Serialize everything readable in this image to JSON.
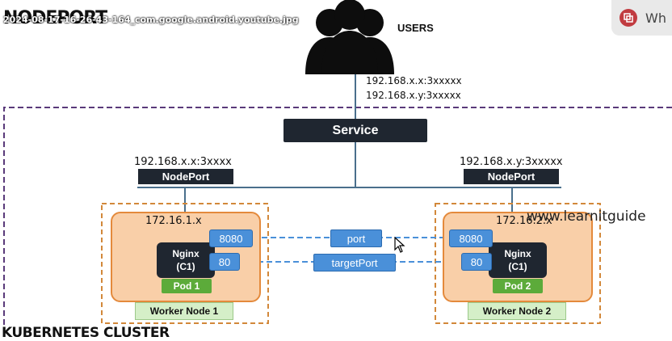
{
  "title": "NODEPORT",
  "video_filename": "2024-08-17-16-26-43-164_com.google.android.youtube.jpg",
  "users": {
    "label": "USERS",
    "ip1": "192.168.x.x:3xxxxx",
    "ip2": "192.168.x.y:3xxxxx"
  },
  "service": {
    "label": "Service"
  },
  "node1": {
    "nodeport_ip": "192.168.x.x:3xxxx",
    "nodeport_label": "NodePort",
    "pod_ip": "172.16.1.x",
    "port_top": "8080",
    "port_bottom": "80",
    "nginx_line1": "Nginx",
    "nginx_line2": "(C1)",
    "pod_label": "Pod 1",
    "worker_label": "Worker Node 1"
  },
  "node2": {
    "nodeport_ip": "192.168.x.y:3xxxxx",
    "nodeport_label": "NodePort",
    "pod_ip": "172.16.2.x",
    "port_top": "8080",
    "port_bottom": "80",
    "nginx_line1": "Nginx",
    "nginx_line2": "(C1)",
    "pod_label": "Pod 2",
    "worker_label": "Worker Node 2"
  },
  "links": {
    "port_label": "port",
    "target_port_label": "targetPort"
  },
  "watermark": "www.learnitguide",
  "cluster_label": "KUBERNETES CLUSTER",
  "overlay_button": {
    "label": "Wh",
    "icon": "app-icon"
  },
  "colors": {
    "dark_box": "#1f2630",
    "pod_fill": "#f9cfa8",
    "pod_border": "#e48a3c",
    "port_blue": "#4a90d9",
    "pod_green": "#5cab3a",
    "worker_green": "#d5efc8",
    "cluster_border": "#5a3a7a"
  }
}
